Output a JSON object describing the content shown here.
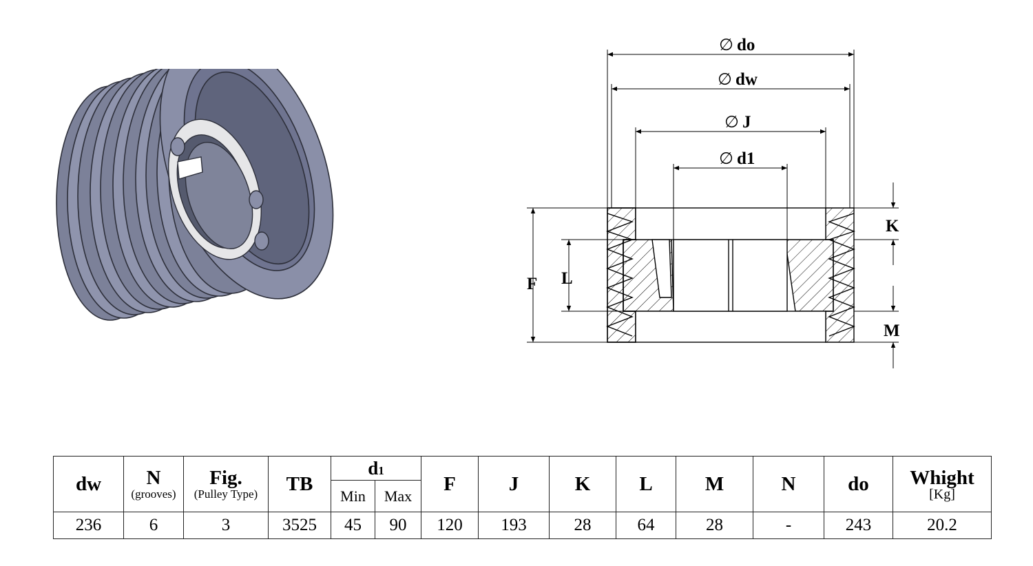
{
  "drawing": {
    "labels": {
      "do": "do",
      "dw": "dw",
      "J": "J",
      "d1": "d1",
      "K": "K",
      "F": "F",
      "L": "L",
      "M": "M"
    }
  },
  "table": {
    "headers": {
      "dw": "dw",
      "N1": "N",
      "N1_sub": "(grooves)",
      "fig": "Fig.",
      "fig_sub": "(Pulley Type)",
      "tb": "TB",
      "d1": "d",
      "d1_sub": "1",
      "min": "Min",
      "max": "Max",
      "F": "F",
      "J": "J",
      "K": "K",
      "L": "L",
      "M": "M",
      "N2": "N",
      "do": "do",
      "weight": "Whight",
      "weight_sub": "[Kg]"
    },
    "row": {
      "dw": "236",
      "N1": "6",
      "fig": "3",
      "tb": "3525",
      "min": "45",
      "max": "90",
      "F": "120",
      "J": "193",
      "K": "28",
      "L": "64",
      "M": "28",
      "N2": "-",
      "do": "243",
      "weight": "20.2"
    }
  },
  "colors": {
    "pulley_body": "#8a8fa8",
    "pulley_dark": "#5f647c",
    "pulley_light": "#a9adc2",
    "bushing": "#e6e6e8"
  }
}
